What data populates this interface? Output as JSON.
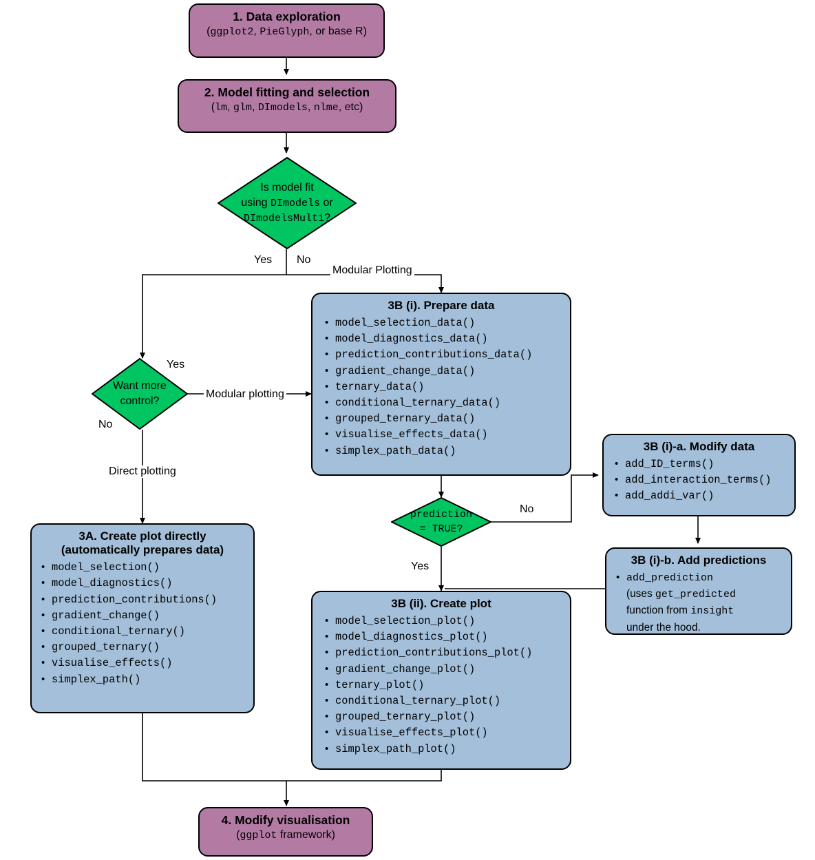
{
  "diagram": {
    "title": "DImodelsVis workflow flowchart",
    "colors": {
      "purple": "#b37ba4",
      "blue": "#a3bfd9",
      "green": "#00c561",
      "stroke": "#000000",
      "background": "#ffffff"
    }
  },
  "nodes": {
    "step1": {
      "title": "1. Data exploration",
      "sub_open": "(",
      "sub_mono1": "ggplot2",
      "sub_sep1": ", ",
      "sub_mono2": "PieGlyph",
      "sub_tail": ", or base R)"
    },
    "step2": {
      "title": "2. Model fitting and selection",
      "sub_open": "(",
      "sub_mono1": "lm",
      "sub_sep1": ", ",
      "sub_mono2": "glm",
      "sub_sep2": ", ",
      "sub_mono3": "DImodels",
      "sub_sep3": ", ",
      "sub_mono4": "nlme",
      "sub_tail": ", etc)"
    },
    "decision_model_fit": {
      "line1": "Is model fit",
      "line2_pre": "using ",
      "line2_mono": "DImodels",
      "line2_post": " or",
      "line3_mono": "DImodelsMulti",
      "line3_post": "?"
    },
    "decision_more_control": {
      "line1": "Want more",
      "line2": "control?"
    },
    "decision_prediction": {
      "line1": "prediction",
      "line2": "= TRUE?"
    },
    "step3a": {
      "title_line1": "3A. Create plot directly",
      "title_line2": "(automatically prepares data)",
      "functions": [
        "model_selection()",
        "model_diagnostics()",
        "prediction_contributions()",
        "gradient_change()",
        "conditional_ternary()",
        "grouped_ternary()",
        "visualise_effects()",
        "simplex_path()"
      ]
    },
    "step3b_i": {
      "title": "3B (i). Prepare data",
      "functions": [
        "model_selection_data()",
        "model_diagnostics_data()",
        "prediction_contributions_data()",
        "gradient_change_data()",
        "ternary_data()",
        "conditional_ternary_data()",
        "grouped_ternary_data()",
        "visualise_effects_data()",
        "simplex_path_data()"
      ]
    },
    "step3b_ii": {
      "title": "3B (ii). Create plot",
      "functions": [
        "model_selection_plot()",
        "model_diagnostics_plot()",
        "prediction_contributions_plot()",
        "gradient_change_plot()",
        "ternary_plot()",
        "conditional_ternary_plot()",
        "grouped_ternary_plot()",
        "visualise_effects_plot()",
        "simplex_path_plot()"
      ]
    },
    "step3b_ia": {
      "title": "3B (i)-a. Modify data",
      "functions": [
        "add_ID_terms()",
        "add_interaction_terms()",
        "add_addi_var()"
      ]
    },
    "step3b_ib": {
      "title": "3B (i)-b. Add predictions",
      "note": {
        "l1_mono": "add_prediction",
        "l2_pre": "(uses ",
        "l2_mono": "get_predicted",
        "l3_pre": "function from ",
        "l3_mono": "insight",
        "l4": "under the hood."
      }
    },
    "step4": {
      "title": "4. Modify visualisation",
      "sub_open": "(",
      "sub_mono1": "ggplot",
      "sub_tail": " framework)"
    }
  },
  "edge_labels": {
    "yes_model_fit": "Yes",
    "no_model_fit": "No",
    "modular_plotting_upper": "Modular Plotting",
    "yes_more_control": "Yes",
    "no_more_control": "No",
    "modular_plotting_lower": "Modular plotting",
    "direct_plotting": "Direct plotting",
    "no_prediction": "No",
    "yes_prediction": "Yes"
  }
}
